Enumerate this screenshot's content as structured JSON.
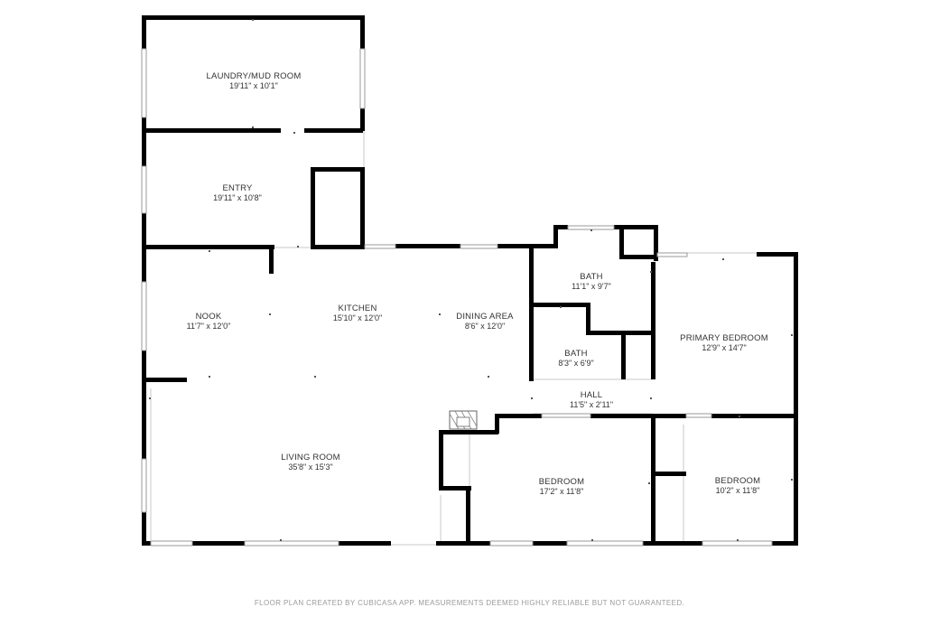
{
  "rooms": {
    "laundry": {
      "name": "LAUNDRY/MUD ROOM",
      "dims": "19'11\" x 10'1\""
    },
    "entry": {
      "name": "ENTRY",
      "dims": "19'11\" x 10'8\""
    },
    "nook": {
      "name": "NOOK",
      "dims": "11'7\" x 12'0\""
    },
    "kitchen": {
      "name": "KITCHEN",
      "dims": "15'10\" x 12'0\""
    },
    "dining": {
      "name": "DINING AREA",
      "dims": "8'6\" x 12'0\""
    },
    "bath1": {
      "name": "BATH",
      "dims": "11'1\" x 9'7\""
    },
    "bath2": {
      "name": "BATH",
      "dims": "8'3\" x 6'9\""
    },
    "primary_bedroom": {
      "name": "PRIMARY BEDROOM",
      "dims": "12'9\" x 14'7\""
    },
    "hall": {
      "name": "HALL",
      "dims": "11'5\" x 2'11\""
    },
    "living": {
      "name": "LIVING ROOM",
      "dims": "35'8\" x 15'3\""
    },
    "bedroom_center": {
      "name": "BEDROOM",
      "dims": "17'2\" x 11'8\""
    },
    "bedroom_right": {
      "name": "BEDROOM",
      "dims": "10'2\" x 11'8\""
    }
  },
  "footer": "FLOOR PLAN CREATED BY CUBICASA APP. MEASUREMENTS DEEMED HIGHLY RELIABLE BUT NOT GUARANTEED."
}
